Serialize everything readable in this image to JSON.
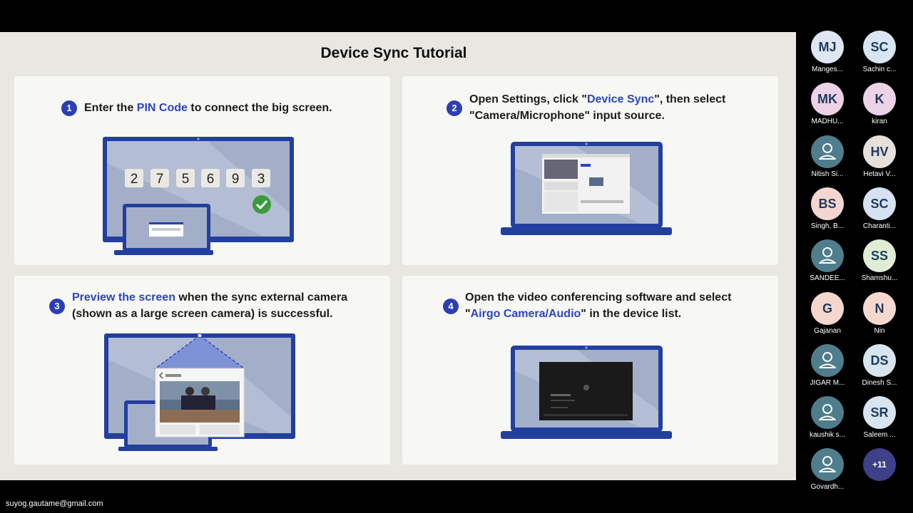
{
  "slide": {
    "title": "Device Sync Tutorial",
    "steps": [
      {
        "num": "1",
        "parts": [
          "Enter the ",
          "PIN Code",
          " to connect the big screen."
        ]
      },
      {
        "num": "2",
        "parts": [
          "Open Settings, click \"",
          "Device Sync",
          "\", then select",
          "\"Camera/Microphone\" input source."
        ]
      },
      {
        "num": "3",
        "parts": [
          "Preview the screen",
          " when the sync external camera",
          "(shown as a large screen camera) is successful."
        ]
      },
      {
        "num": "4",
        "parts": [
          "Open the video conferencing software and select",
          "\"",
          "Airgo Camera/Audio",
          "\" in the device list."
        ]
      }
    ],
    "pin_digits": [
      "2",
      "7",
      "5",
      "6",
      "9",
      "3"
    ]
  },
  "participants": [
    {
      "initials": "MJ",
      "name": "Manges...",
      "bg": "#dfe6f3"
    },
    {
      "initials": "SC",
      "name": "Sachin c...",
      "bg": "#d9e6f2"
    },
    {
      "initials": "MK",
      "name": "MADHU...",
      "bg": "#ecd2e4"
    },
    {
      "initials": "K",
      "name": "kiran",
      "bg": "#ecd3e8"
    },
    {
      "initials": "",
      "name": "Nitish Si...",
      "bg": "#4f7d8c",
      "icon": "user-icon"
    },
    {
      "initials": "HV",
      "name": "Hetavi V...",
      "bg": "#e6e0dc"
    },
    {
      "initials": "BS",
      "name": "Singh, B...",
      "bg": "#f4d6d0"
    },
    {
      "initials": "SC",
      "name": "Charanti...",
      "bg": "#d6e2f2"
    },
    {
      "initials": "",
      "name": "SANDEE...",
      "bg": "#4f7d8c",
      "icon": "user-icon"
    },
    {
      "initials": "SS",
      "name": "Shamshu...",
      "bg": "#e1ecd6"
    },
    {
      "initials": "G",
      "name": "Gajanan",
      "bg": "#f4d6cc"
    },
    {
      "initials": "N",
      "name": "Nin",
      "bg": "#f6d8cf"
    },
    {
      "initials": "",
      "name": "JIGAR M...",
      "bg": "#4f7d8c",
      "icon": "user-icon"
    },
    {
      "initials": "DS",
      "name": "Dinesh S...",
      "bg": "#d8e4ee"
    },
    {
      "initials": "",
      "name": "kaushik s...",
      "bg": "#4f7d8c",
      "icon": "user-icon"
    },
    {
      "initials": "SR",
      "name": "Saleem ...",
      "bg": "#d8e4f0"
    },
    {
      "initials": "",
      "name": "Govardh...",
      "bg": "#4f7d8c",
      "icon": "user-icon"
    },
    {
      "initials": "+11",
      "name": "",
      "bg": "#3f3f8a",
      "more": true
    }
  ],
  "account": {
    "email": "suyog.gautame@gmail.com"
  },
  "colors": {
    "accent": "#2b45c2",
    "device_blue": "#233f9e",
    "screen": "#9eaac4"
  }
}
